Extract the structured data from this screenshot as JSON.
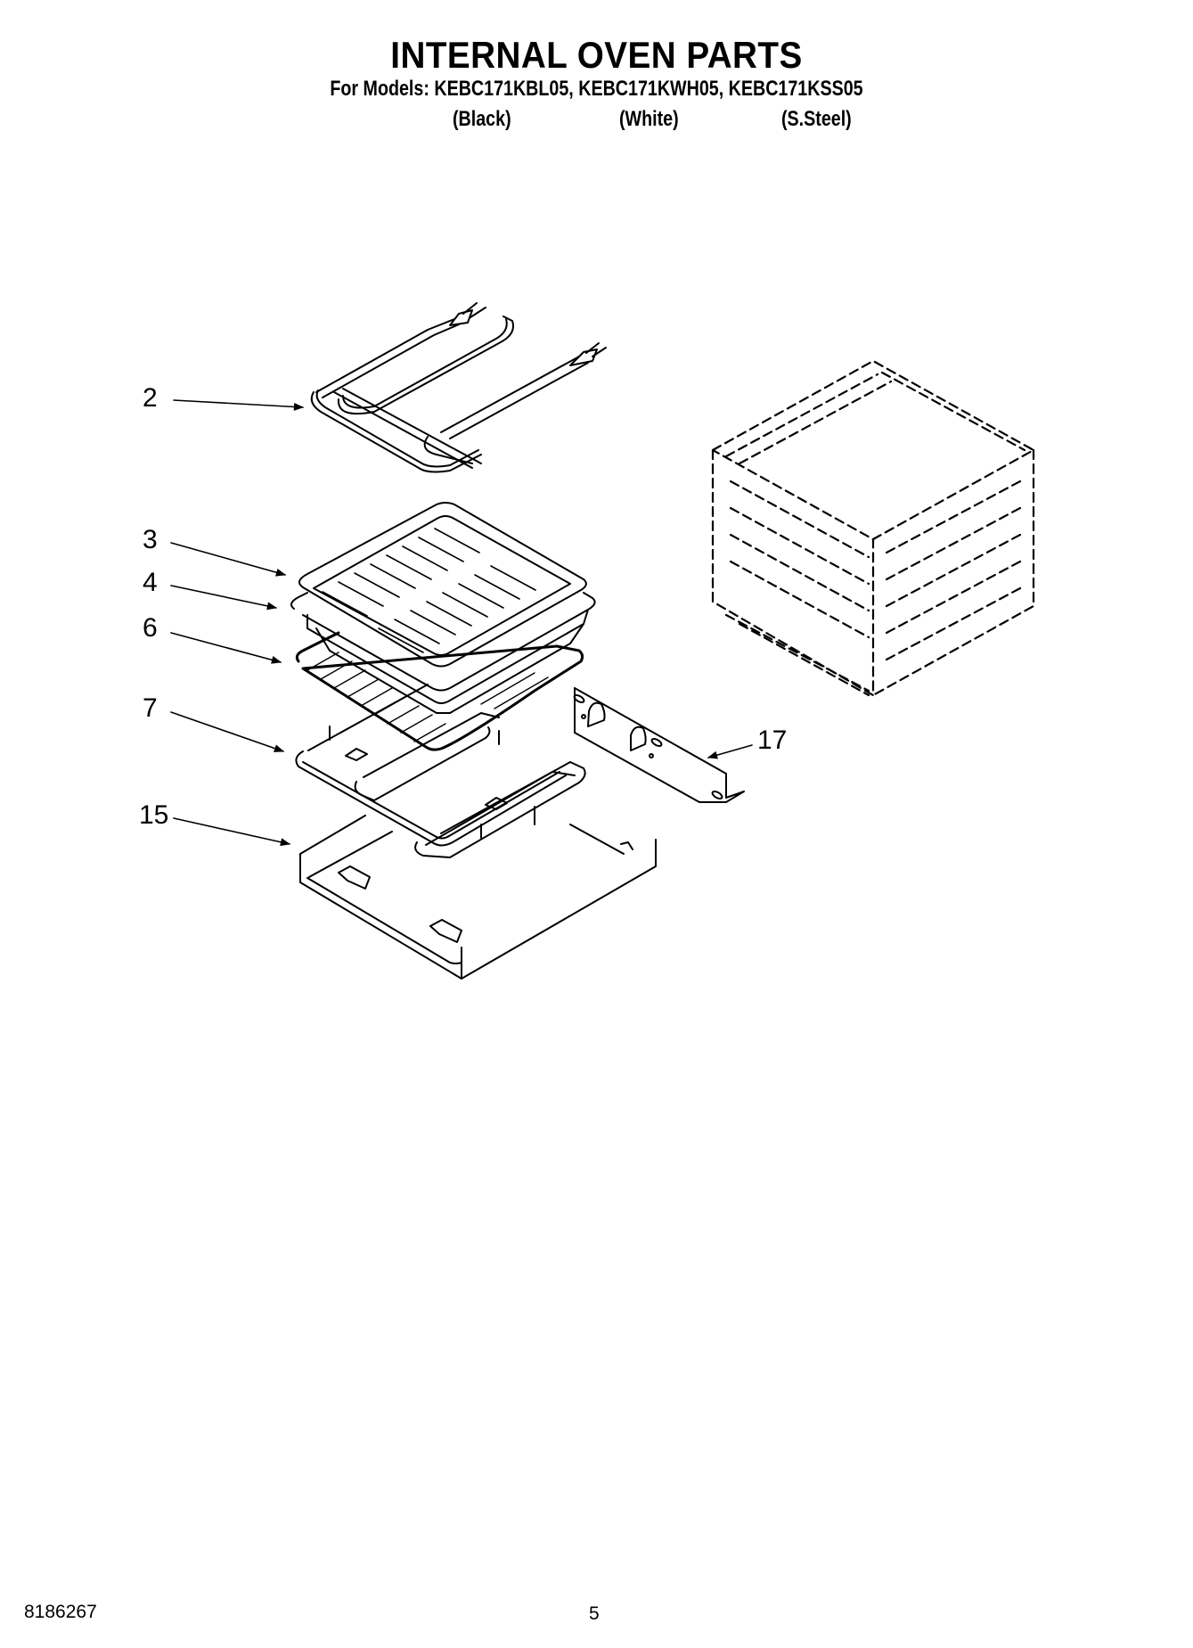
{
  "header": {
    "title": "INTERNAL OVEN PARTS",
    "models_line": "For Models: KEBC171KBL05, KEBC171KWH05, KEBC171KSS05",
    "model_colors": [
      {
        "model": "KEBC171KBL05",
        "label": "(Black)"
      },
      {
        "model": "KEBC171KWH05",
        "label": "(White)"
      },
      {
        "model": "KEBC171KSS05",
        "label": "(S.Steel)"
      }
    ]
  },
  "diagram": {
    "callouts": [
      {
        "id": "2",
        "label": "2",
        "part": "broil-element"
      },
      {
        "id": "3",
        "label": "3",
        "part": "broiler-pan-grid"
      },
      {
        "id": "4",
        "label": "4",
        "part": "broiler-pan"
      },
      {
        "id": "6",
        "label": "6",
        "part": "oven-rack"
      },
      {
        "id": "7",
        "label": "7",
        "part": "bake-element"
      },
      {
        "id": "15",
        "label": "15",
        "part": "drip-tray"
      },
      {
        "id": "17",
        "label": "17",
        "part": "bracket"
      }
    ]
  },
  "footer": {
    "document_number": "8186267",
    "page_number": "5"
  }
}
